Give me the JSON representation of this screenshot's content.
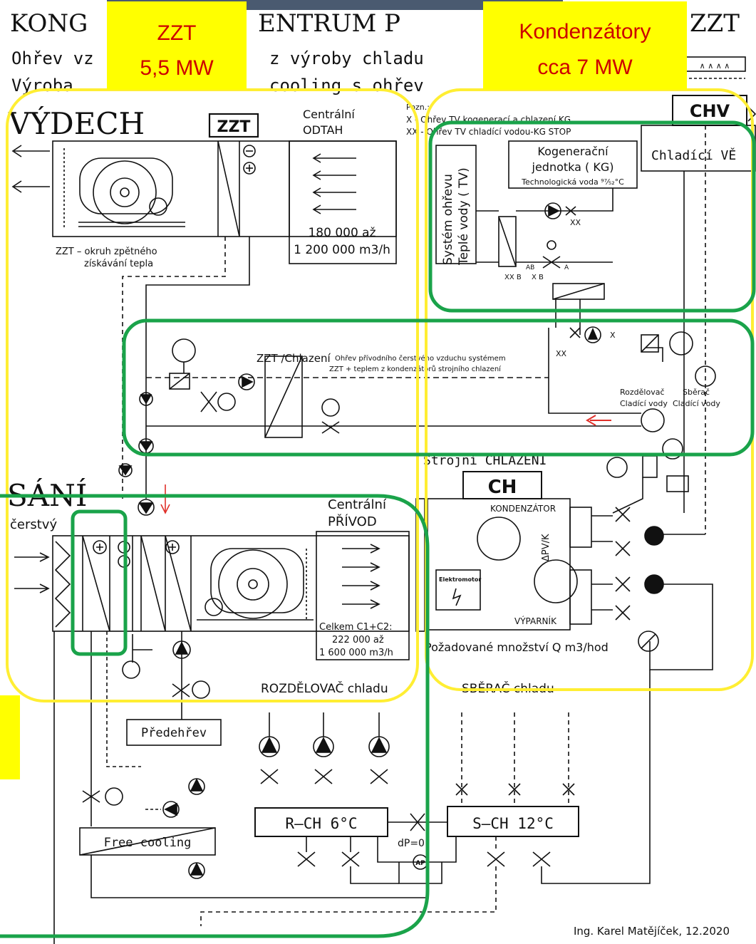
{
  "header": {
    "title_left": "KONG",
    "title_mid": "ENTRUM  P",
    "title_right": "ZZT",
    "line1_left": "Ohřev vz",
    "line1_right": "z výroby chladu",
    "line2_left": "Výroba",
    "line2_right": "cooling s ohřev"
  },
  "callouts": {
    "zzt_line1": "ZZT",
    "zzt_line2": "5,5 MW",
    "kond_line1": "Kondenzátory",
    "kond_line2": "cca 7 MW"
  },
  "exhaust": {
    "title": "VÝDECH",
    "zzt_box": "ZZT",
    "central_line1": "Centrální",
    "central_line2": "ODTAH",
    "flow_line1": "180 000 až",
    "flow_line2": "1 200 000 m3/h",
    "zzt_loop_line1": "ZZT –  okruh zpětného",
    "zzt_loop_line2": "získávání tepla"
  },
  "notes": {
    "pozn": "Pozn.:",
    "x_note": "X - Ohřev TV kogenerací a chlazení KG",
    "xx_note": "XX - Ohřev TV chladící vodou-KG STOP"
  },
  "chv": {
    "label": "CHV",
    "tower": "Chladící VĚ"
  },
  "kogen": {
    "line1": "Kogenerační",
    "line2": "jednotka ( KG)",
    "line3": "Technologická voda ⁹⁷⁄₅₂°C"
  },
  "tv": {
    "line1": "Systém ohřevu",
    "line2": "Teplé vody ( TV)"
  },
  "valves": {
    "xx1": "XX",
    "xx_b": "XX B",
    "x_b": "X B",
    "ab": "AB",
    "a": "A",
    "x": "X",
    "xx2": "XX"
  },
  "zzt_cooling": {
    "label": "ZZT /Chlazení",
    "desc1": "Ohřev přívodního čerstvého vzduchu systémem",
    "desc2": "ZZT + teplem z kondenzátorů strojního chlazení"
  },
  "distrib": {
    "rozdelovac1": "Rozdělovač",
    "rozdelovac2": "Cladící vody",
    "sberac1": "Sběrač",
    "sberac2": "Cladící vody"
  },
  "machine": {
    "title": "Strojní  CHLAZENÍ",
    "ch": "CH",
    "kondenzator": "KONDENZÁTOR",
    "elektromotor": "Elektromotor",
    "dpvk": "ΔPV/K",
    "vyparnik": "VÝPARNÍK",
    "required": "Požadované množství Q m3/hod"
  },
  "intake": {
    "title": "SÁNÍ",
    "fresh": "čerstvý",
    "central_line1": "Centrální",
    "central_line2": "PŘÍVOD",
    "total_line1": "Celkem  C1+C2:",
    "total_line2": "222 000 až",
    "total_line3": "1 600 000 m3/h"
  },
  "lower": {
    "rozdelovac": "ROZDĚLOVAČ  chladu",
    "sberac": "SBĚRAČ  chladu",
    "preheat": "Předehřev",
    "free_cooling": "Free cooling",
    "rch": "R–CH   6°C",
    "sch": "S–CH   12°C",
    "dp": "dP=0",
    "ap": "AP"
  },
  "footer": {
    "author": "Ing. Karel Matějíček, 12.2020"
  },
  "colors": {
    "callout_fill": "#ffff00",
    "callout_text": "#cc0000",
    "yellow_frame": "#ffee33",
    "green_frame": "#1aa34a",
    "arrow_red": "#e0302a",
    "ink": "#111111",
    "title_slate": "#4a5a70"
  }
}
